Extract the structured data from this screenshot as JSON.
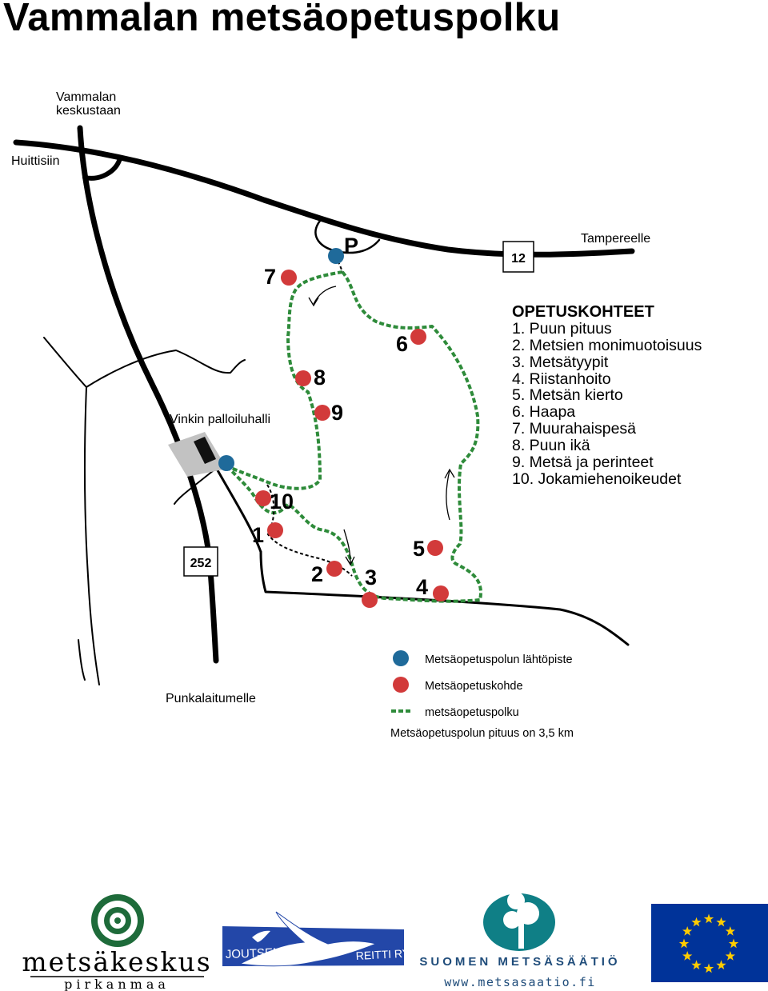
{
  "title": "Vammalan metsäopetuspolku",
  "places": {
    "vammalan": [
      "Vammalan",
      "keskustaan"
    ],
    "huittisiin": "Huittisiin",
    "tampereelle": "Tampereelle",
    "vinkin": "Vinkin palloiluhalli",
    "punkalaitumelle": "Punkalaitumelle",
    "parking": "P"
  },
  "roads": {
    "road_12": "12",
    "road_252": "252"
  },
  "stop_numbers": [
    "1",
    "2",
    "3",
    "4",
    "5",
    "6",
    "7",
    "8",
    "9",
    "10"
  ],
  "legend": {
    "title": "OPETUSKOHTEET",
    "items": [
      "1. Puun pituus",
      "2. Metsien monimuotoisuus",
      "3. Metsätyypit",
      "4. Riistanhoito",
      "5. Metsän kierto",
      "6. Haapa",
      "7. Muurahaispesä",
      "8. Puun ikä",
      "9. Metsä ja perinteet",
      "10. Jokamiehenoikeudet"
    ]
  },
  "key": {
    "start": "Metsäopetuspolun lähtöpiste",
    "stop": "Metsäopetuskohde",
    "trail": "metsäopetuspolku",
    "length": "Metsäopetuspolun pituus on 3,5 km"
  },
  "colors": {
    "start_point": "#1f6a9a",
    "stop_point": "#d23a3a",
    "trail": "#2e8b3a",
    "logo_green": "#1e6b3a",
    "joutsenten_blue": "#2347a8",
    "eu_blue": "#003399",
    "eu_star": "#ffcc00",
    "metsasaatio_teal": "#0f7f86",
    "metsasaatio_text": "#1f4c7a"
  },
  "logos": {
    "metsakeskus": {
      "name": "metsäkeskus",
      "sub": "pirkanmaa"
    },
    "joutsenten": {
      "left": "JOUTSENTEN",
      "right": "REITTI RY"
    },
    "metsasaatio": {
      "name": "SUOMEN METSÄSÄÄTIÖ",
      "url": "www.metsasaatio.fi"
    },
    "eu": {
      "icon": "eu-flag-icon"
    }
  }
}
